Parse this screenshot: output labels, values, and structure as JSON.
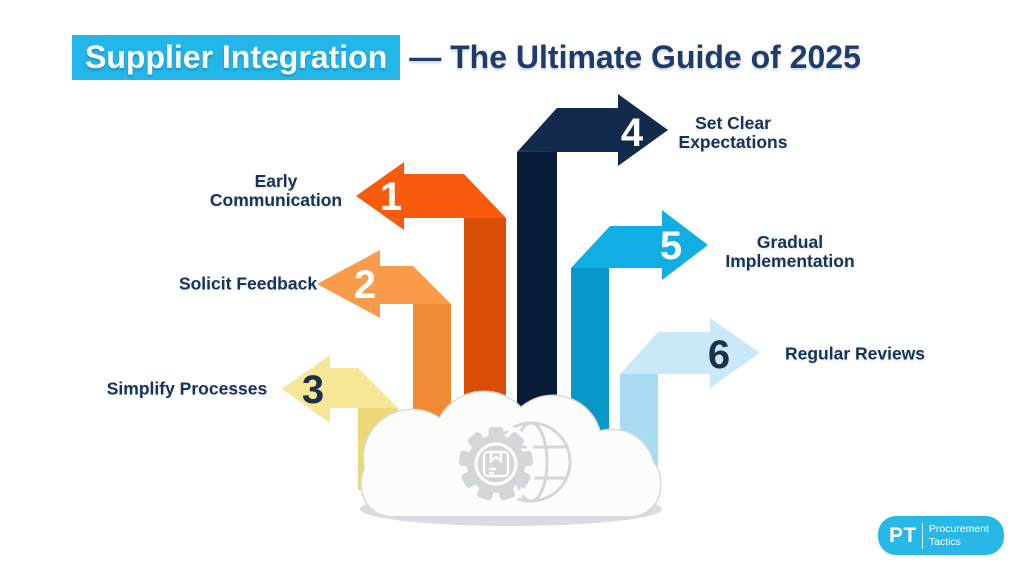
{
  "title": {
    "highlight": "Supplier Integration",
    "rest": "— The Ultimate Guide of 2025"
  },
  "steps": [
    {
      "num": "1",
      "label": "Early\nCommunication",
      "colors": {
        "arm": "#F95B0E",
        "column": "#D94D06",
        "number": "#FFFFFF"
      }
    },
    {
      "num": "2",
      "label": "Solicit Feedback",
      "colors": {
        "arm": "#F89C4B",
        "column": "#F08A33",
        "number": "#FFFFFF"
      }
    },
    {
      "num": "3",
      "label": "Simplify Processes",
      "colors": {
        "arm": "#F5E795",
        "column": "#EDD977",
        "number": "#1B2F4F"
      }
    },
    {
      "num": "4",
      "label": "Set Clear\nExpectations",
      "colors": {
        "arm": "#122A4C",
        "column": "#081C38",
        "chamfer": "#1F3D60",
        "number": "#FFFFFF"
      }
    },
    {
      "num": "5",
      "label": "Gradual\nImplementation",
      "colors": {
        "arm": "#10AEE3",
        "column": "#0997C9",
        "number": "#FFFFFF"
      }
    },
    {
      "num": "6",
      "label": "Regular Reviews",
      "colors": {
        "arm": "#C9E9F8",
        "column": "#A9DBF2",
        "number": "#1B2F4F"
      }
    }
  ],
  "cloud": {
    "icon": "gear-globe-package-icon",
    "fill": "#FCFCFB",
    "outline": "#D7DBDE",
    "icon_color": "#D3D7DA",
    "pedestal": "#D9DDE0"
  },
  "logo": {
    "abbr": "PT",
    "name": "Procurement\nTactics",
    "bg": "#27B8E8"
  },
  "colors": {
    "background": "#FFFFFF",
    "highlight_bg": "#22B6E9",
    "title_ink": "#1E3C6B",
    "label_ink": "#17335A"
  }
}
